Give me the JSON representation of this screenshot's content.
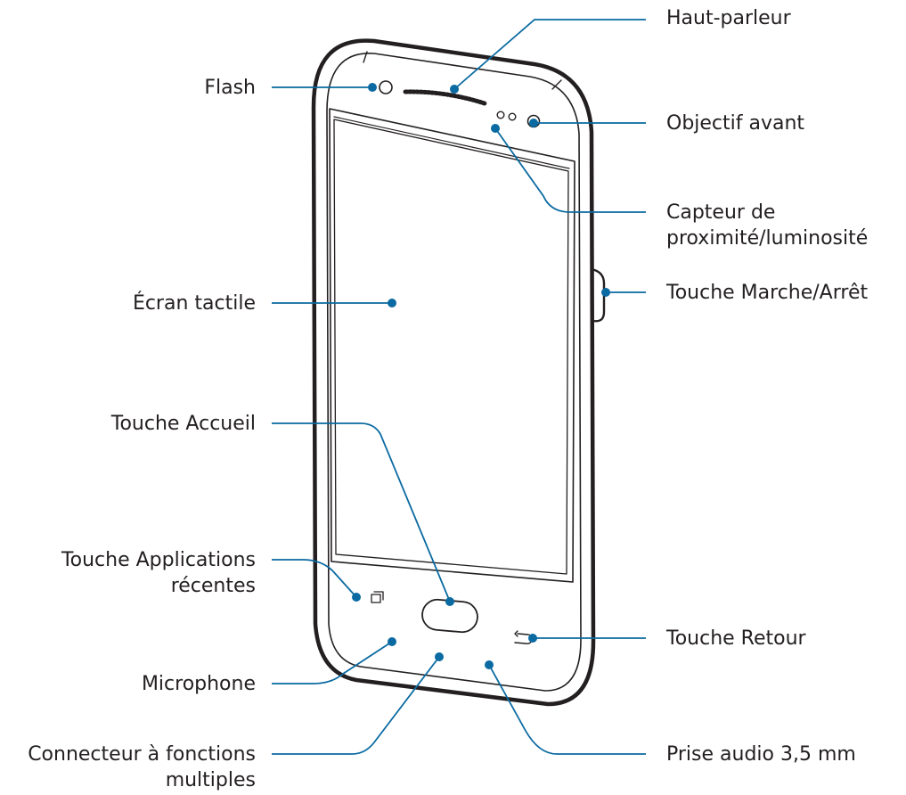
{
  "labels": {
    "flash": "Flash",
    "touchscreen": "Écran tactile",
    "home_key": "Touche Accueil",
    "recent_apps_key_line1": "Touche Applications",
    "recent_apps_key_line2": "récentes",
    "microphone": "Microphone",
    "multipurpose_jack_line1": "Connecteur à fonctions",
    "multipurpose_jack_line2": "multiples",
    "speaker": "Haut-parleur",
    "front_camera": "Objectif avant",
    "proximity_sensor_line1": "Capteur de",
    "proximity_sensor_line2": "proximité/luminosité",
    "power_key": "Touche Marche/Arrêt",
    "back_key": "Touche Retour",
    "earphone_jack": "Prise audio 3,5 mm"
  },
  "colors": {
    "callout": "#0a6aa1",
    "outline": "#231f20",
    "text": "#231f20"
  }
}
